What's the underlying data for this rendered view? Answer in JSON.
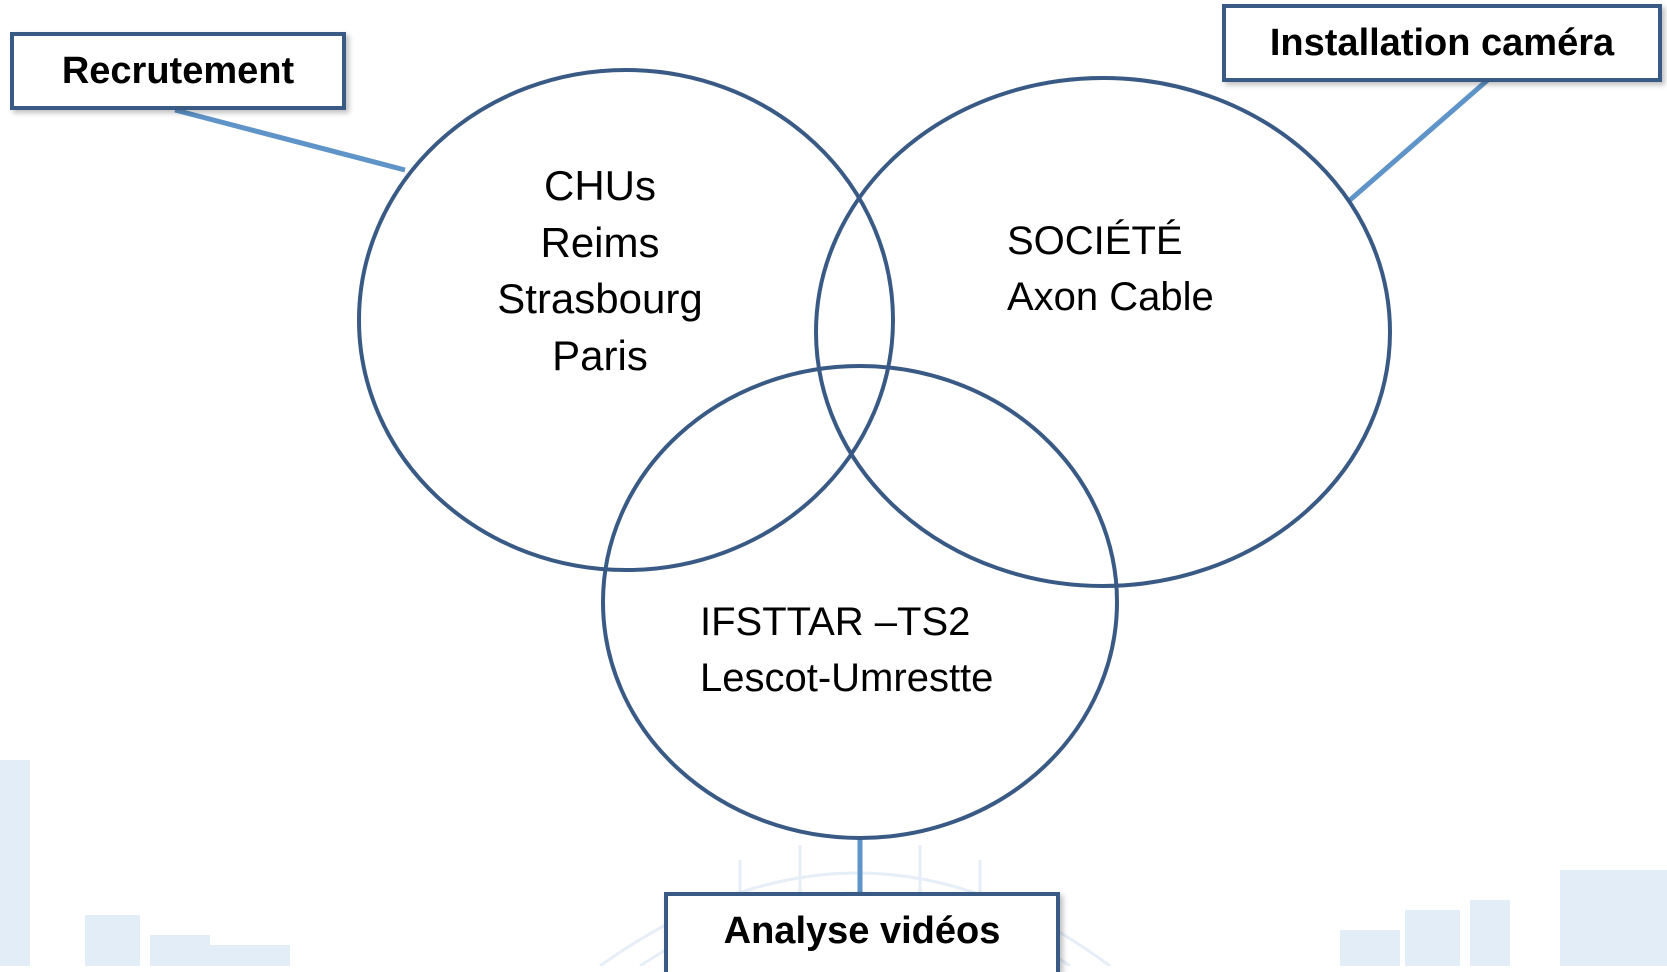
{
  "labels": {
    "recruitment": "Recrutement",
    "camera_installation": "Installation caméra",
    "video_analysis": "Analyse vidéos"
  },
  "circles": {
    "hospitals": [
      "CHUs",
      "Reims",
      "Strasbourg",
      "Paris"
    ],
    "company": [
      "SOCIÉTÉ",
      "Axon Cable"
    ],
    "research": [
      "IFSTTAR –TS2",
      "Lescot-Umrestte"
    ]
  },
  "colors": {
    "circle_stroke": "#3a5a86",
    "connector": "#5f94c8",
    "box_border": "#3a5a86",
    "background_decor": "#dce8f4"
  }
}
